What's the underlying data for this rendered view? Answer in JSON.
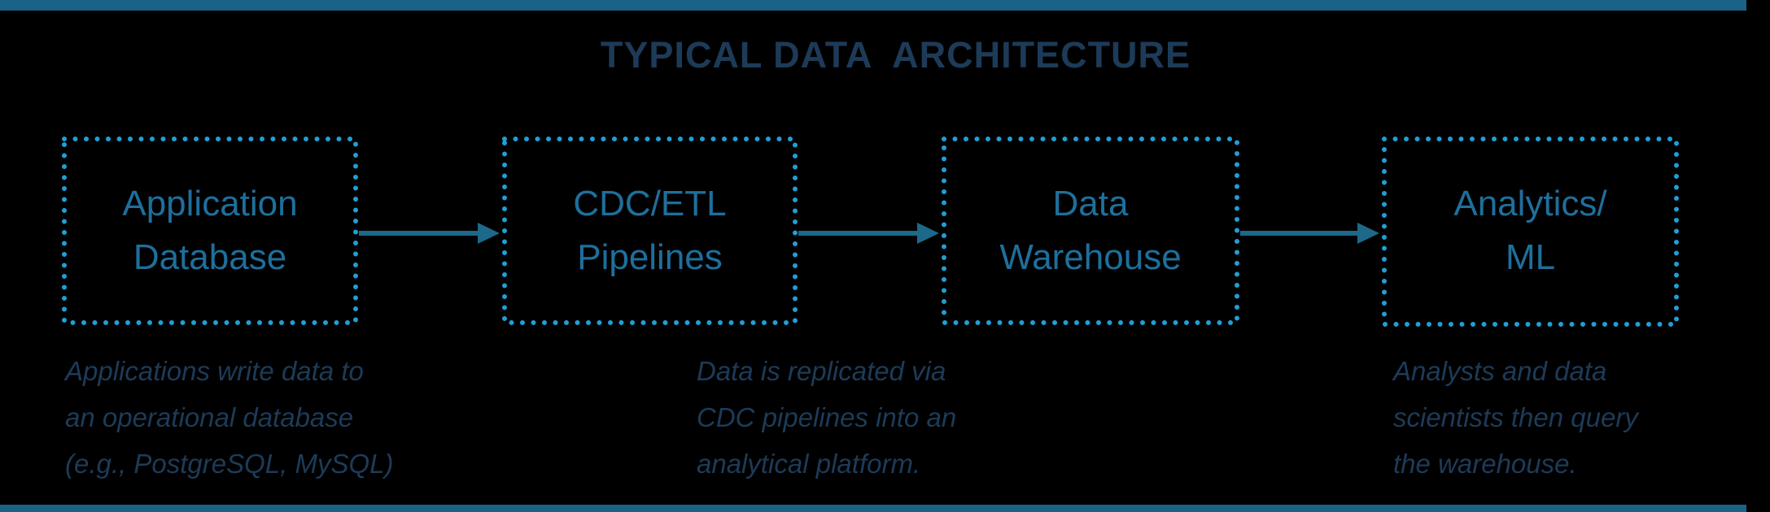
{
  "title": "TYPICAL DATA  ARCHITECTURE",
  "colors": {
    "background": "#000000",
    "accent_bar": "#1a6286",
    "box_border": "#209fd6",
    "box_text": "#1e6f9c",
    "arrow": "#1d6989",
    "title_text": "#1d3b58",
    "caption_text": "#1d3b58"
  },
  "boxes": [
    {
      "line1": "Application",
      "line2": "Database"
    },
    {
      "line1": "CDC/ETL",
      "line2": "Pipelines"
    },
    {
      "line1": "Data",
      "line2": "Warehouse"
    },
    {
      "line1": "Analytics/",
      "line2": "ML"
    }
  ],
  "captions": [
    {
      "line1": "Applications write data to",
      "line2": "an operational database",
      "line3": "(e.g., PostgreSQL, MySQL)"
    },
    {
      "line1": "Data is replicated via",
      "line2": "CDC pipelines into an",
      "line3": "analytical platform."
    },
    {
      "line1": "Analysts and data",
      "line2": "scientists then query",
      "line3": "the warehouse."
    }
  ]
}
